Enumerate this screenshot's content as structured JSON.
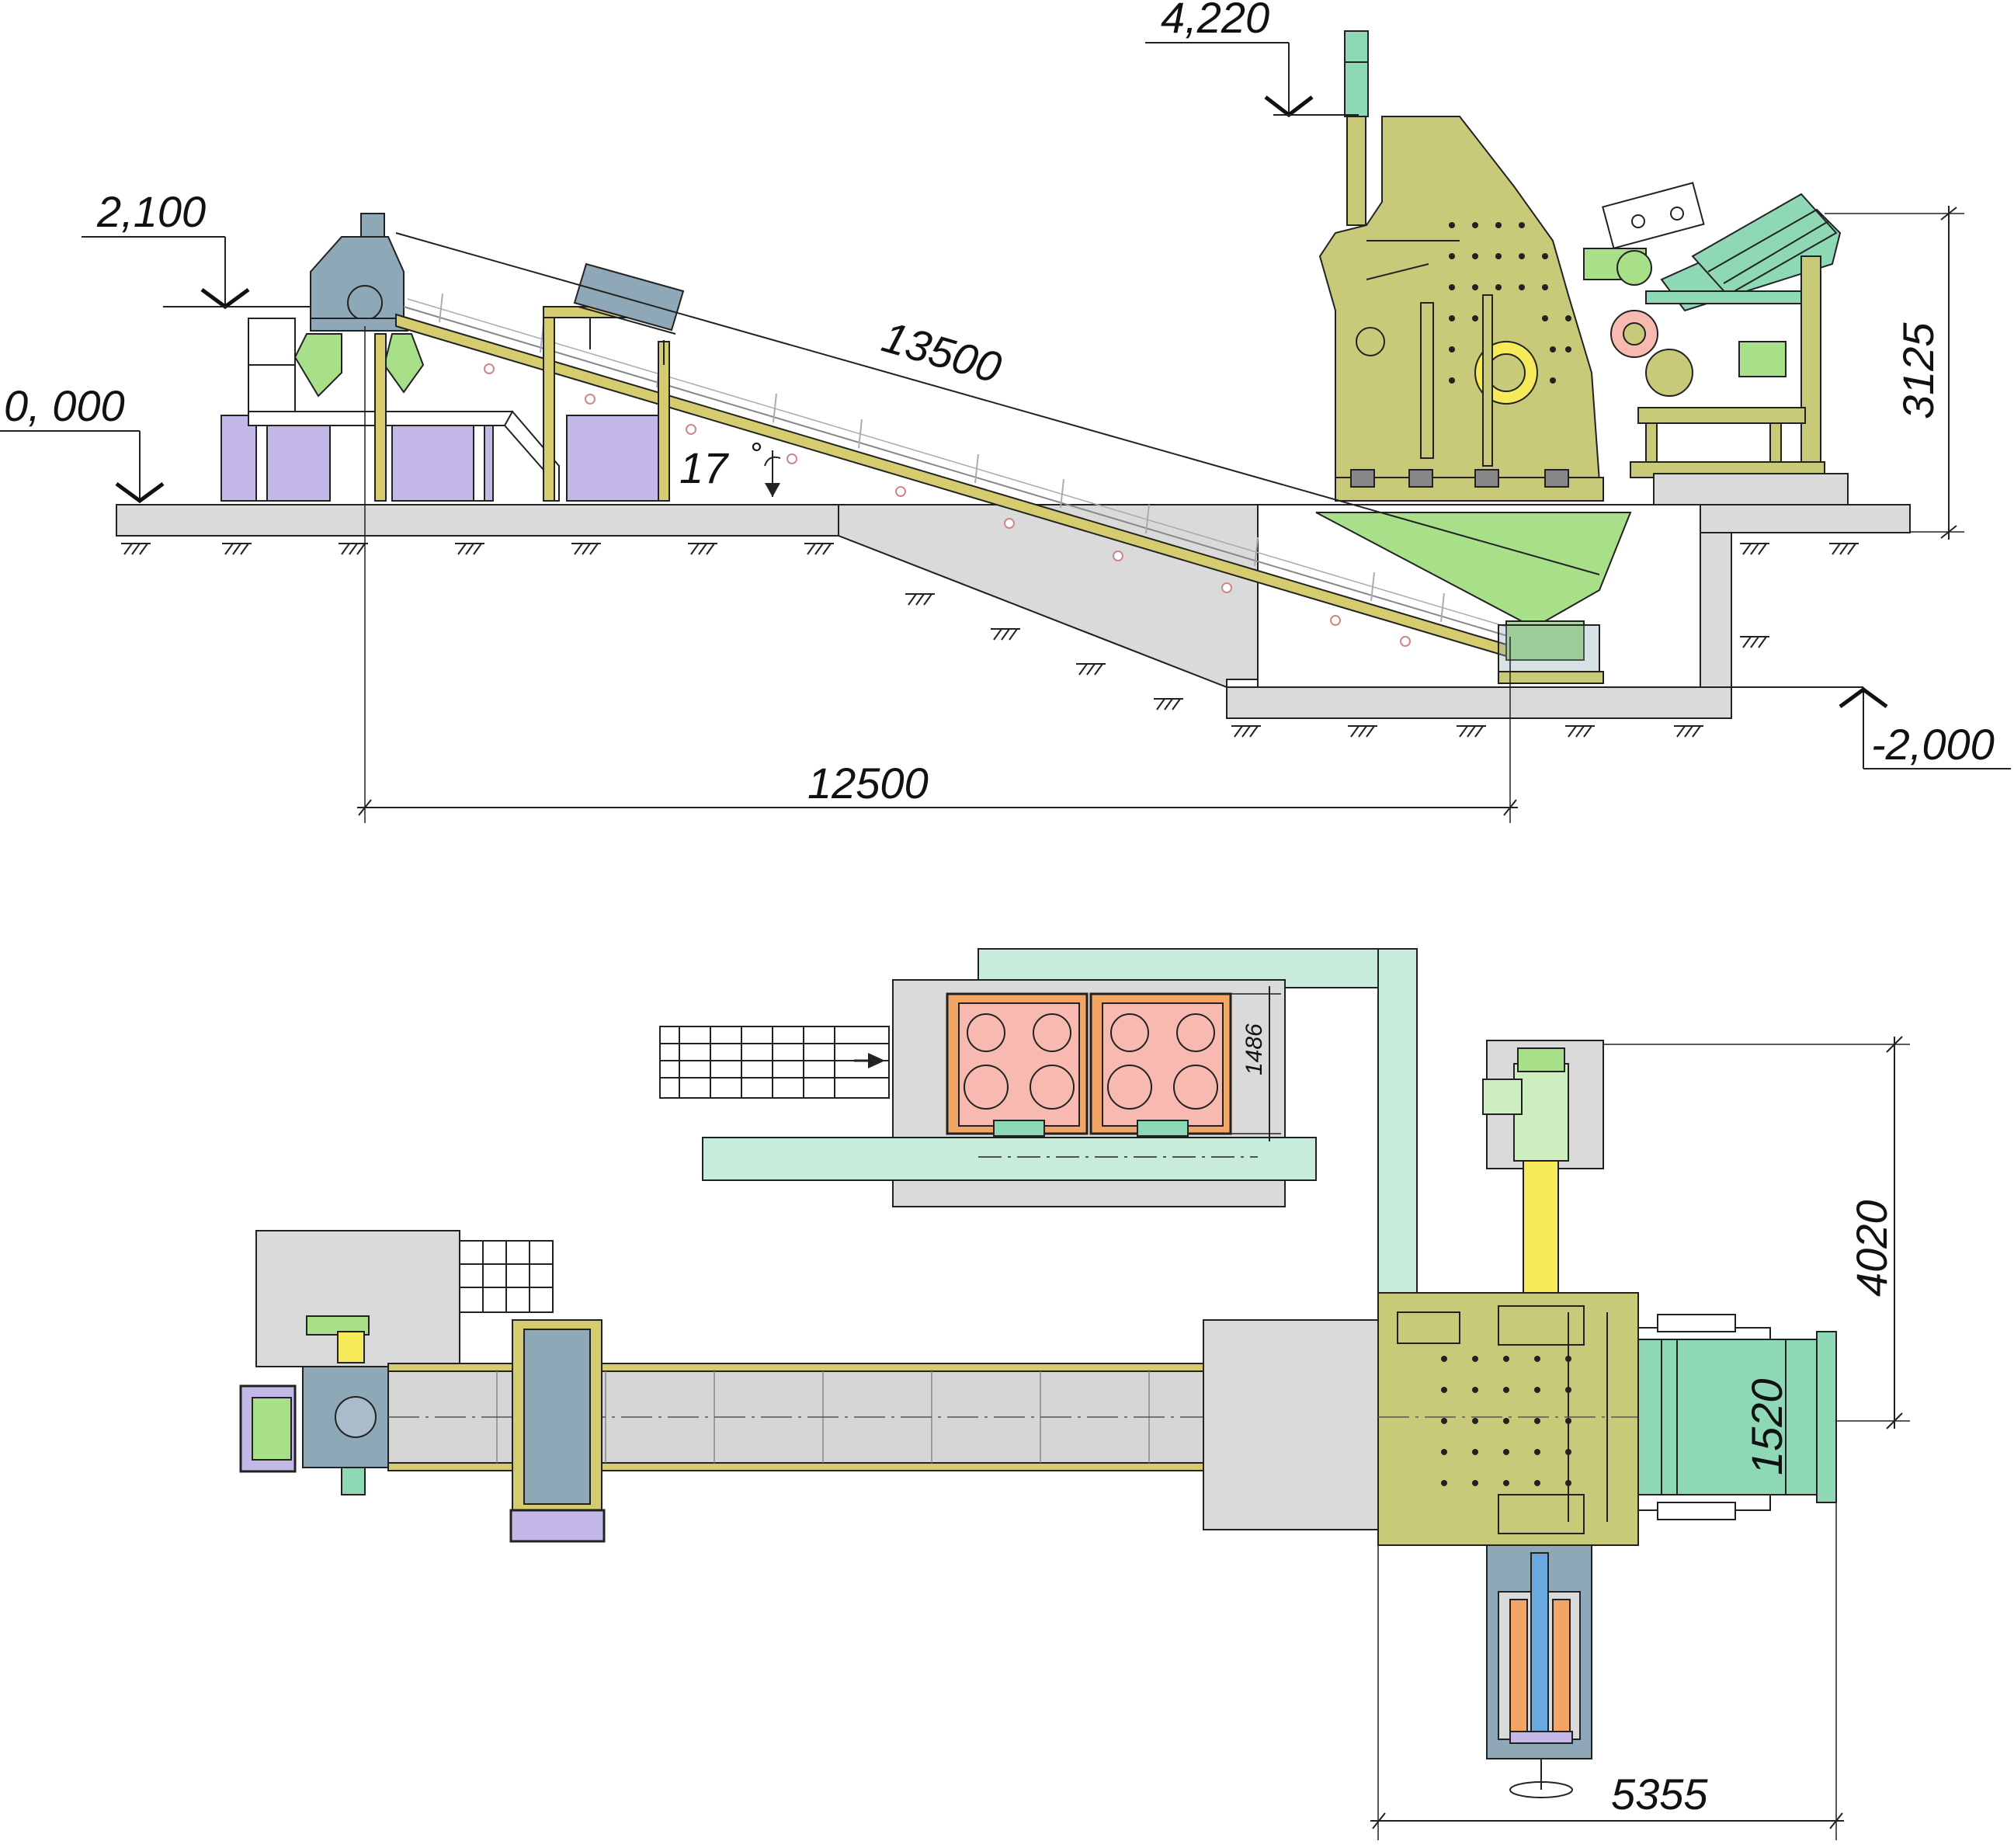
{
  "elevations": {
    "top_crusher": "4,220",
    "hopper_top": "2,100",
    "ground": "0, 000",
    "pit": "-2,000"
  },
  "dimensions": {
    "conveyor_length": "13500",
    "horizontal_span": "12500",
    "feeder_height": "3125",
    "plan_width": "5355",
    "plan_depth": "4020",
    "plan_inner": "1520",
    "block_height": "1486"
  },
  "angle": {
    "value": "17",
    "unit": "°"
  },
  "colors": {
    "crusher": "#c9c97a",
    "conveyor_frame": "#d4cc6e",
    "belt_grey": "#d6d6d6",
    "hopper_green": "#a8e08a",
    "feeder_teal": "#8fd8b6",
    "boxes_lavender": "#c4b8e8",
    "hopper_steel": "#8fa8b8",
    "orange_block": "#f2a565",
    "pink_block": "#f7b9b0",
    "pale_teal": "#c8ecdc",
    "grey_slab": "#dadada",
    "motor_yellow": "#f7ea5a",
    "cylinder_blue": "#6aa8e0"
  }
}
